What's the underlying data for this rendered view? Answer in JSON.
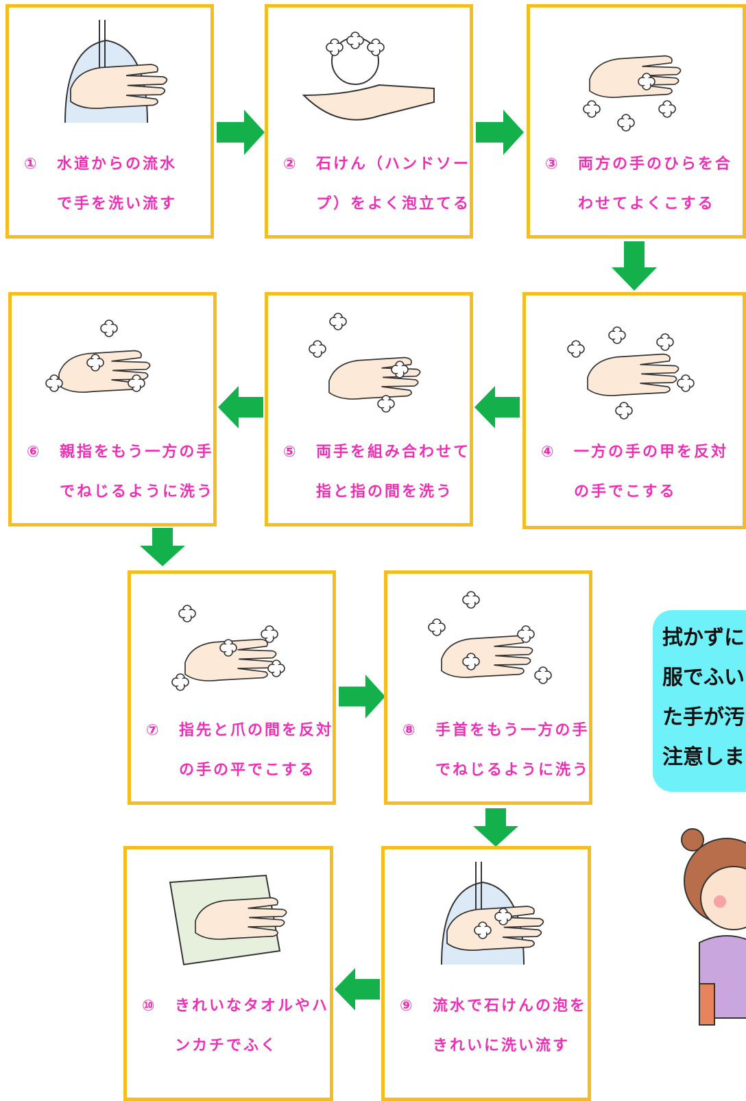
{
  "steps": [
    {
      "num": "①",
      "line1": "水道からの流水",
      "line2": "で手を洗い流す"
    },
    {
      "num": "②",
      "line1": "石けん（ハンドソー",
      "line2": "プ）をよく泡立てる"
    },
    {
      "num": "③",
      "line1": "両方の手のひらを合",
      "line2": "わせてよくこする"
    },
    {
      "num": "④",
      "line1": "一方の手の甲を反対",
      "line2": "の手でこする"
    },
    {
      "num": "⑤",
      "line1": "両手を組み合わせて",
      "line2": "指と指の間を洗う"
    },
    {
      "num": "⑥",
      "line1": "親指をもう一方の手",
      "line2": "でねじるように洗う"
    },
    {
      "num": "⑦",
      "line1": "指先と爪の間を反対",
      "line2": "の手の平でこする"
    },
    {
      "num": "⑧",
      "line1": "手首をもう一方の手",
      "line2": "でねじるように洗う"
    },
    {
      "num": "⑨",
      "line1": "流水で石けんの泡を",
      "line2": "きれいに洗い流す"
    },
    {
      "num": "⑩",
      "line1": "きれいなタオルやハ",
      "line2": "ンカチでふく"
    }
  ],
  "note": {
    "lines": [
      "拭かずに",
      "服でふい",
      "た手が汚",
      "注意しま"
    ]
  },
  "colors": {
    "border": "#f5bd1f",
    "caption": "#ec2fb4",
    "arrow": "#13b04b",
    "note_bg": "#6ff1f9"
  },
  "icons": [
    "running-water-hands-icon",
    "soap-lather-icon",
    "palms-rubbing-icon",
    "back-of-hand-icon",
    "interlaced-fingers-icon",
    "thumb-twist-icon",
    "fingertips-icon",
    "wrist-twist-icon",
    "rinse-hands-icon",
    "towel-dry-icon",
    "girl-illustration"
  ]
}
